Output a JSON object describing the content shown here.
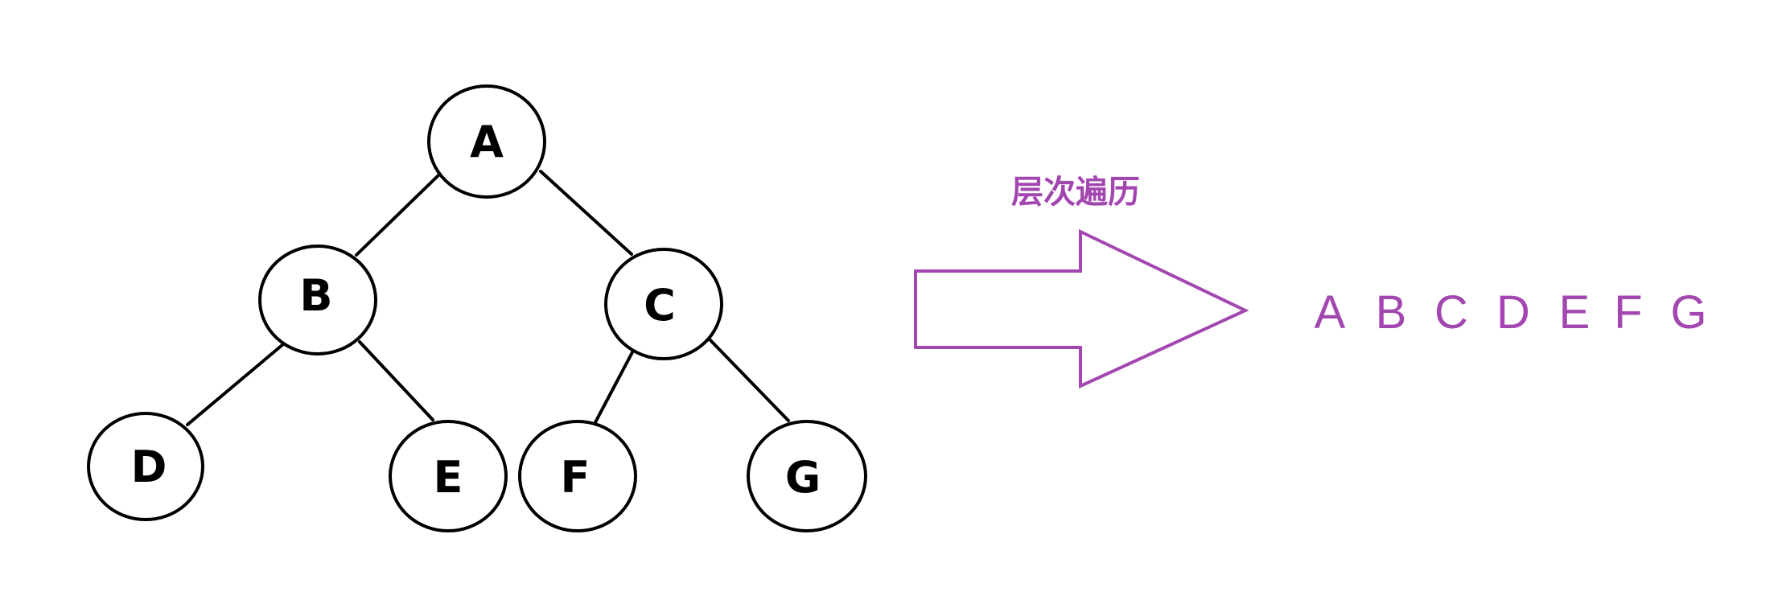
{
  "tree": {
    "nodes": {
      "a": "A",
      "b": "B",
      "c": "C",
      "d": "D",
      "e": "E",
      "f": "F",
      "g": "G"
    },
    "edges": [
      [
        "A",
        "B"
      ],
      [
        "A",
        "C"
      ],
      [
        "B",
        "D"
      ],
      [
        "B",
        "E"
      ],
      [
        "C",
        "F"
      ],
      [
        "C",
        "G"
      ]
    ]
  },
  "arrow": {
    "caption": "层次遍历",
    "color": "#a347b0"
  },
  "result": {
    "sequence": [
      "A",
      "B",
      "C",
      "D",
      "E",
      "F",
      "G"
    ],
    "color": "#a347b0"
  },
  "icons": {
    "arrow": "right-arrow-outline"
  }
}
